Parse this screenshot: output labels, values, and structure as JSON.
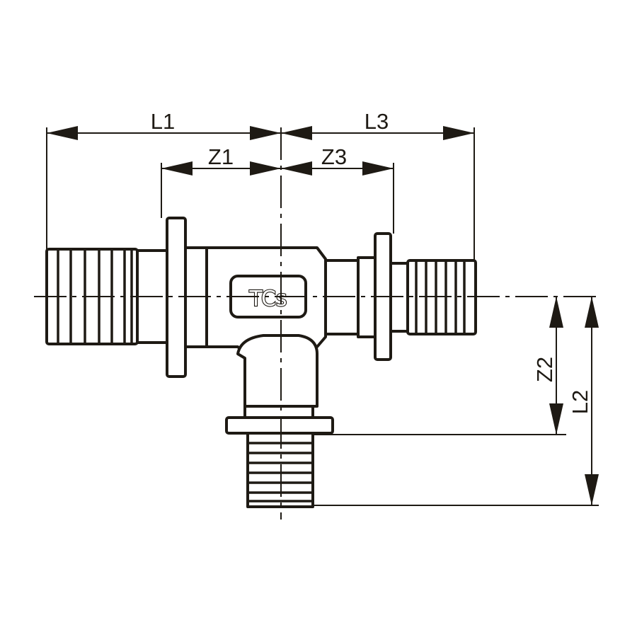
{
  "dimensions": {
    "l1": "L1",
    "l2": "L2",
    "l3": "L3",
    "z1": "Z1",
    "z2": "Z2",
    "z3": "Z3"
  },
  "logo": {
    "text": "TCs"
  },
  "colors": {
    "line": "#1e1a14",
    "background": "#ffffff"
  }
}
